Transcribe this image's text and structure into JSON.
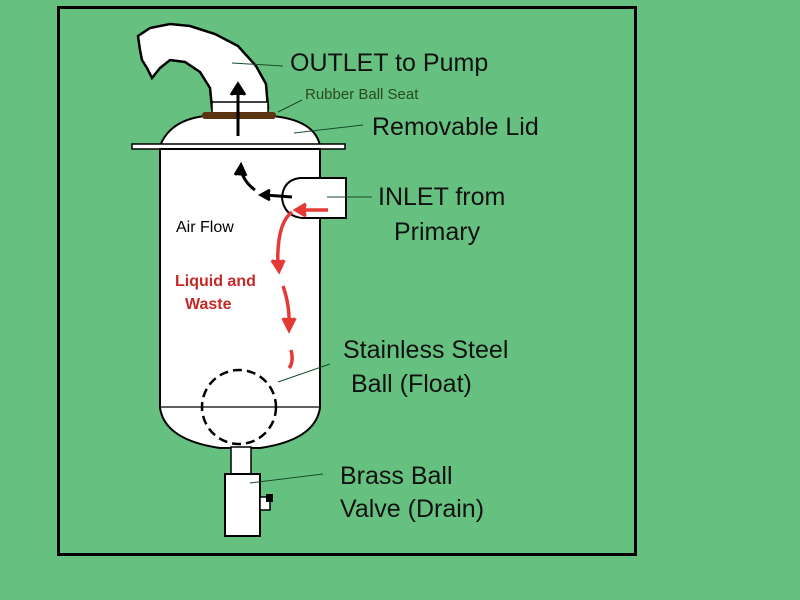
{
  "diagram": {
    "title": "Vacuum secondary separator tank",
    "colors": {
      "background": "#66c180",
      "frame": "#000000",
      "tank_fill": "#ffffff",
      "ball_seat": "#5a3310",
      "liquid_arrow": "#e53935",
      "air_arrow": "#000000"
    },
    "labels": {
      "outlet": "OUTLET to Pump",
      "rubber_seat": "Rubber Ball Seat",
      "lid": "Removable Lid",
      "inlet_line1": "INLET from",
      "inlet_line2": "Primary",
      "air_flow": "Air Flow",
      "liquid_line1": "Liquid and",
      "liquid_line2": "Waste",
      "ball_line1": "Stainless Steel",
      "ball_line2": "Ball (Float)",
      "valve_line1": "Brass Ball",
      "valve_line2": "Valve (Drain)"
    }
  }
}
